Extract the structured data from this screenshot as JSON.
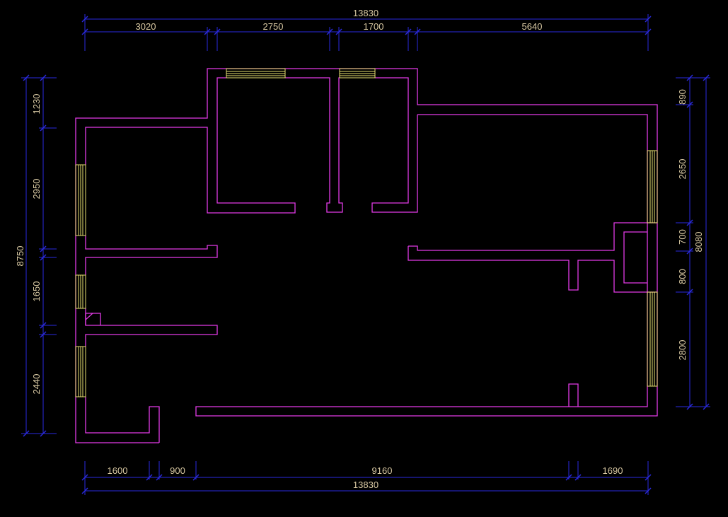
{
  "colors": {
    "background": "#000000",
    "wall": "#e23be6",
    "window": "#e8e070",
    "dimension_line": "#2a2adf",
    "dimension_text": "#d9c9a3"
  },
  "dimensions": {
    "top_total": "13830",
    "top_segments": [
      "3020",
      "2750",
      "1700",
      "5640"
    ],
    "bottom_total": "13830",
    "bottom_segments": [
      "1600",
      "900",
      "9160",
      "1690"
    ],
    "left_total": "8750",
    "left_segments": [
      "1230",
      "2950",
      "1650",
      "2440"
    ],
    "right_total": "8080",
    "right_segments": [
      "890",
      "2650",
      "700",
      "800",
      "2800"
    ]
  }
}
